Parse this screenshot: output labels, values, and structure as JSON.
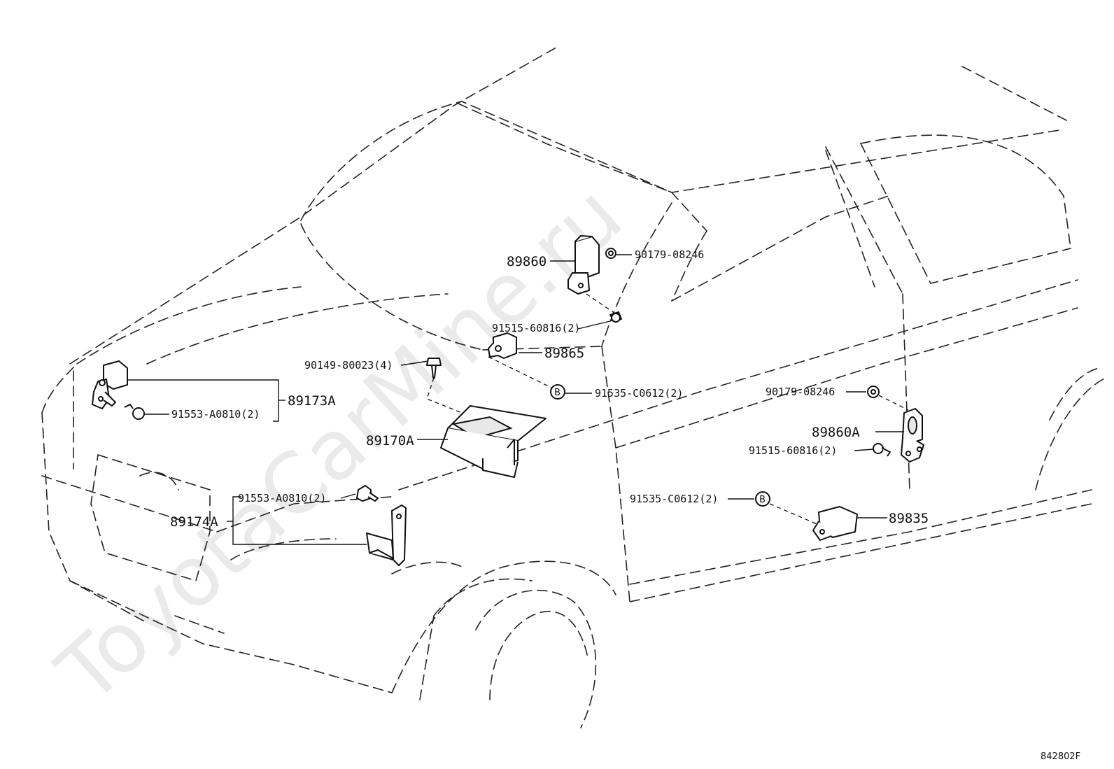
{
  "labels": {
    "p_89860": "89860",
    "p_90179_top": "90179-08246",
    "p_91515_top": "91515-60816(2)",
    "p_89865": "89865",
    "p_90149": "90149-80023(4)",
    "p_91535_top": "91535-C0612(2)",
    "p_89173A": "89173A",
    "p_91553_top": "91553-A0810(2)",
    "p_89170A": "89170A",
    "p_91553_bottom": "91553-A0810(2)",
    "p_89174A": "89174A",
    "p_90179_right": "90179-08246",
    "p_89860A": "89860A",
    "p_91515_right": "91515-60816(2)",
    "p_91535_bottom": "91535-C0612(2)",
    "p_89835": "89835"
  },
  "badges": {
    "bolt_b_top": "B",
    "bolt_b_bottom": "B"
  },
  "watermark": "ToyotaCarMine.ru",
  "figure_code": "842802F"
}
